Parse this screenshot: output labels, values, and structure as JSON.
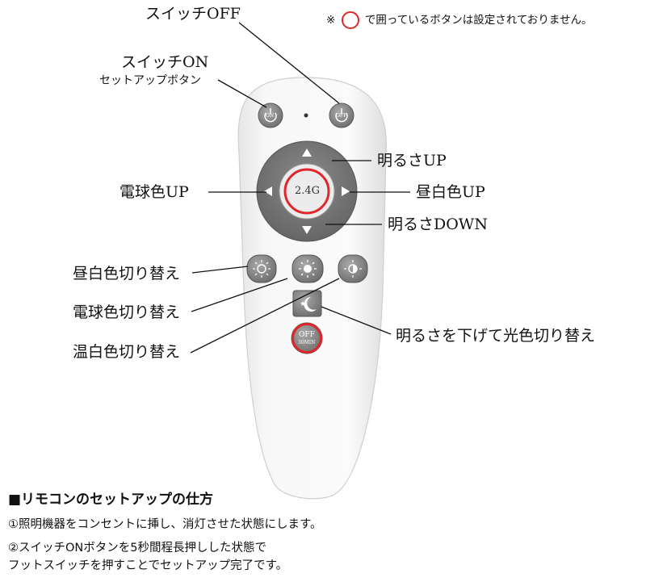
{
  "labels": {
    "switch_off": "スイッチOFF",
    "switch_on": "スイッチON",
    "setup_button": "セットアップボタン",
    "brightness_up": "明るさUP",
    "bulb_color_up": "電球色UP",
    "daylight_up": "昼白色UP",
    "brightness_down": "明るさDOWN",
    "daylight_toggle": "昼白色切り替え",
    "bulb_color_toggle": "電球色切り替え",
    "warm_white_toggle": "温白色切り替え",
    "dim_toggle": "明るさを下げて光色切り替え"
  },
  "note": {
    "prefix": "※",
    "text": "で囲っているボタンは設定されておりません。"
  },
  "remote": {
    "on_text": "ON",
    "off_text": "OFF",
    "center_text": "2.4G",
    "timer_text": "OFF",
    "timer_sub": "30MIN"
  },
  "howto": {
    "heading": "■リモコンのセットアップの仕方",
    "step1": "①照明機器をコンセントに挿し、消灯させた状態にします。",
    "step2a": "②スイッチONボタンを5秒間程長押しした状態で",
    "step2b": "フットスイッチを押すことでセットアップ完了です。"
  },
  "colors": {
    "highlight_ring": "#e0262a",
    "remote_body": "#f4f4f4",
    "dpad_outer": "#7b7b7b",
    "button_gray": "#8f8f8f"
  }
}
